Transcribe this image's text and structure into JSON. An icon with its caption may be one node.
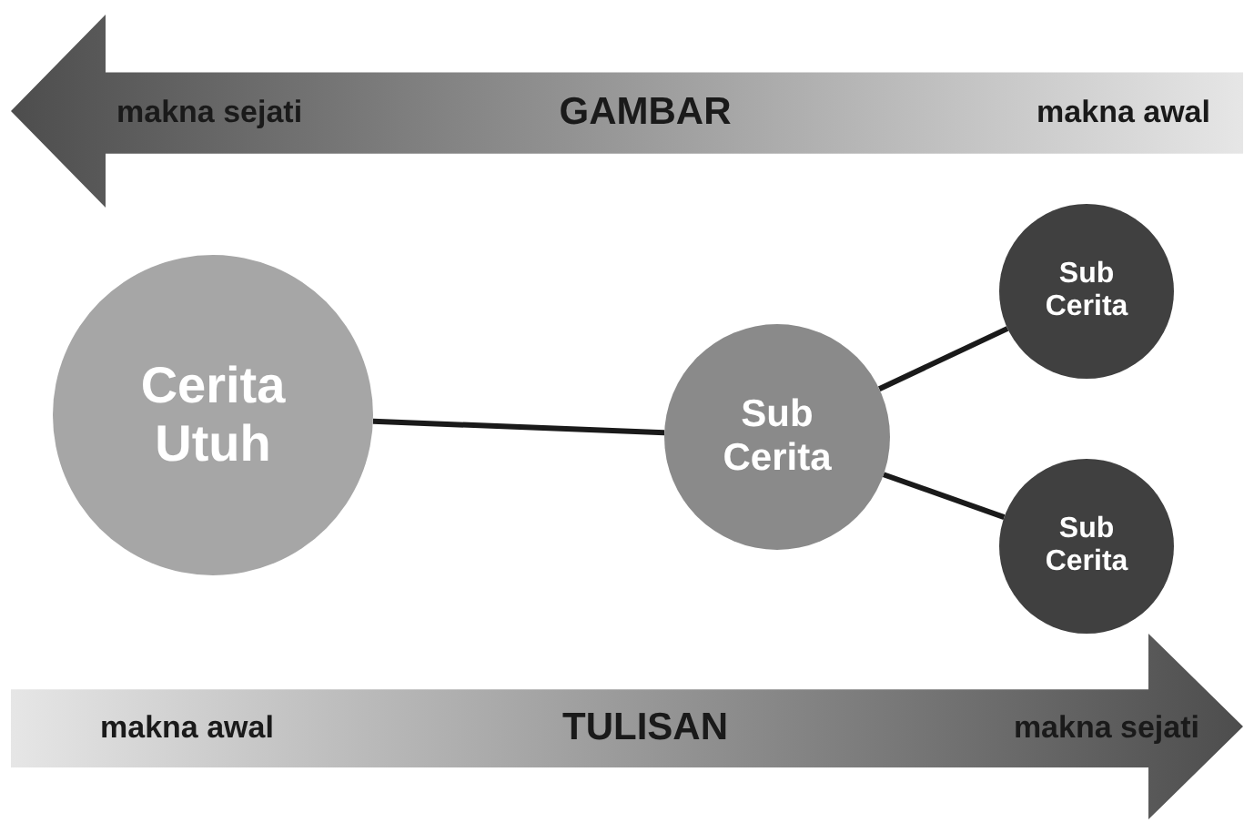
{
  "diagram": {
    "nodes": [
      {
        "text": [
          "makna sejati",
          "GAMBAR",
          "makna awal"
        ]
      },
      {
        "text": [
          "Cerita Utuh"
        ]
      },
      {
        "text": [
          "Sub Cerita"
        ]
      },
      {
        "text": [
          "Sub Cerita"
        ]
      },
      {
        "text": [
          "Sub Cerita"
        ]
      },
      {
        "text": [
          "makna awal",
          "TULISAN",
          "makna sejati"
        ]
      }
    ],
    "edges": [
      {
        "from": 1,
        "to": 2,
        "arrow": "none"
      },
      {
        "from": 2,
        "to": 3,
        "arrow": "none"
      },
      {
        "from": 2,
        "to": 4,
        "arrow": "none"
      }
    ]
  }
}
